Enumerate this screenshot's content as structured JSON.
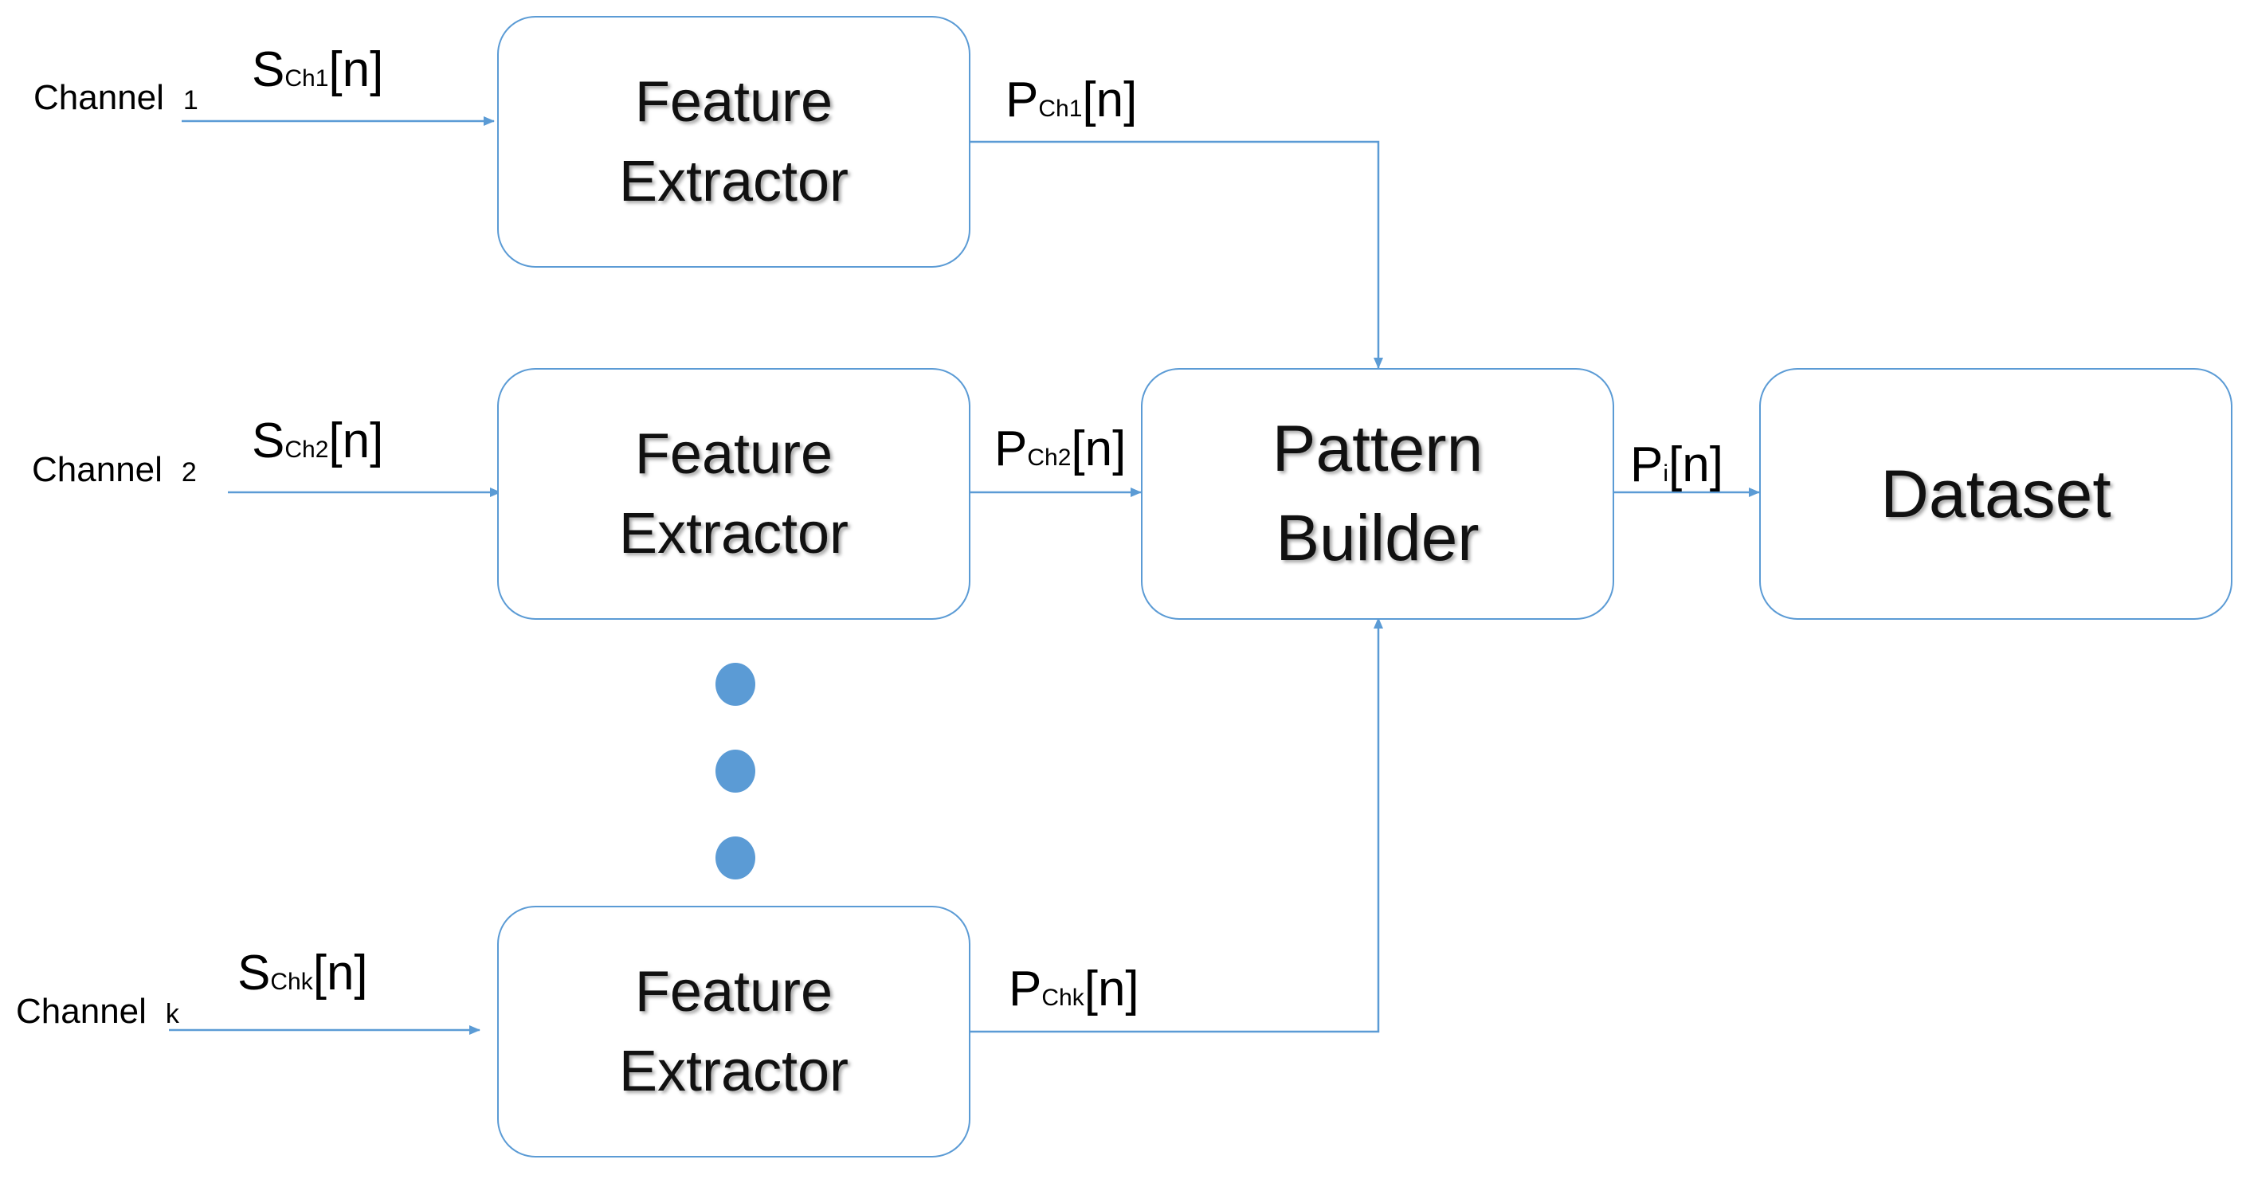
{
  "colors": {
    "line": "#5b9bd5",
    "dot": "#5b9bd5",
    "text": "#000000"
  },
  "channels": [
    {
      "name": "Channel",
      "number": "1"
    },
    {
      "name": "Channel",
      "number": "2"
    },
    {
      "name": "Channel",
      "number": "k"
    }
  ],
  "inputs": [
    {
      "base": "S",
      "sub": "Ch1",
      "suffix": "[n]"
    },
    {
      "base": "S",
      "sub": "Ch2",
      "suffix": "[n]"
    },
    {
      "base": "S",
      "sub": "Chk",
      "suffix": "[n]"
    }
  ],
  "feature_extractors": [
    {
      "line1": "Feature",
      "line2": "Extractor"
    },
    {
      "line1": "Feature",
      "line2": "Extractor"
    },
    {
      "line1": "Feature",
      "line2": "Extractor"
    }
  ],
  "outputs": [
    {
      "base": "P",
      "sub": "Ch1",
      "suffix": "[n]"
    },
    {
      "base": "P",
      "sub": "Ch2",
      "suffix": "[n]"
    },
    {
      "base": "P",
      "sub": "Chk",
      "suffix": "[n]"
    }
  ],
  "pattern_builder": {
    "line1": "Pattern",
    "line2": "Builder"
  },
  "pattern_output": {
    "base": "P",
    "sub": "i",
    "suffix": "[n]"
  },
  "dataset": {
    "label": "Dataset"
  },
  "ellipsis_dots": 3
}
